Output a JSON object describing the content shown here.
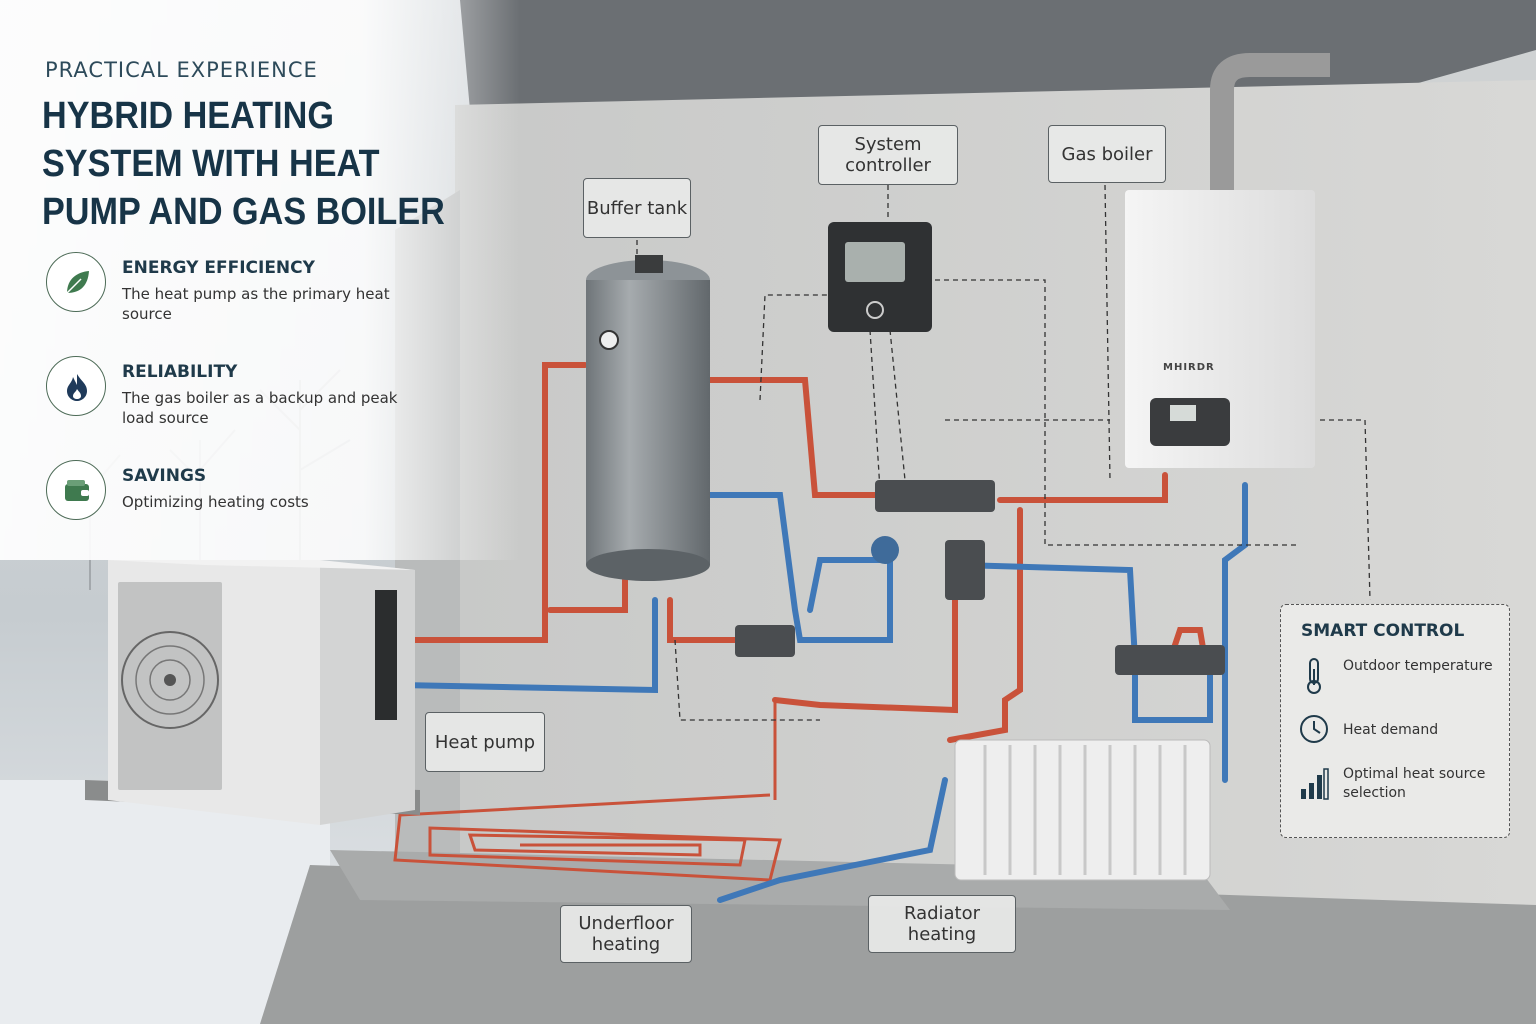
{
  "eyebrow": "PRACTICAL EXPERIENCE",
  "title": "HYBRID HEATING SYSTEM WITH HEAT PUMP AND GAS BOILER",
  "features": [
    {
      "icon": "leaf-icon",
      "heading": "ENERGY EFFICIENCY",
      "description": "The heat pump as the primary heat source"
    },
    {
      "icon": "flame-icon",
      "heading": "RELIABILITY",
      "description": "The gas boiler as a backup and peak load source"
    },
    {
      "icon": "wallet-icon",
      "heading": "SAVINGS",
      "description": "Optimizing heating costs"
    }
  ],
  "labels": {
    "buffer_tank": "Buffer tank",
    "system_controller": "System controller",
    "gas_boiler": "Gas boiler",
    "heat_pump": "Heat pump",
    "underfloor_heating": "Underfloor heating",
    "radiator_heating": "Radiator heating"
  },
  "boiler_brand": "MHIRDR",
  "smart_control": {
    "heading": "SMART CONTROL",
    "items": [
      {
        "icon": "thermometer-icon",
        "label": "Outdoor temperature"
      },
      {
        "icon": "clock-icon",
        "label": "Heat demand"
      },
      {
        "icon": "bar-chart-icon",
        "label": "Optimal heat source selection"
      }
    ]
  },
  "colors": {
    "hot_pipe": "#c9523a",
    "cold_pipe": "#3f78b8",
    "title": "#173447",
    "accent_green": "#4d6b57"
  }
}
